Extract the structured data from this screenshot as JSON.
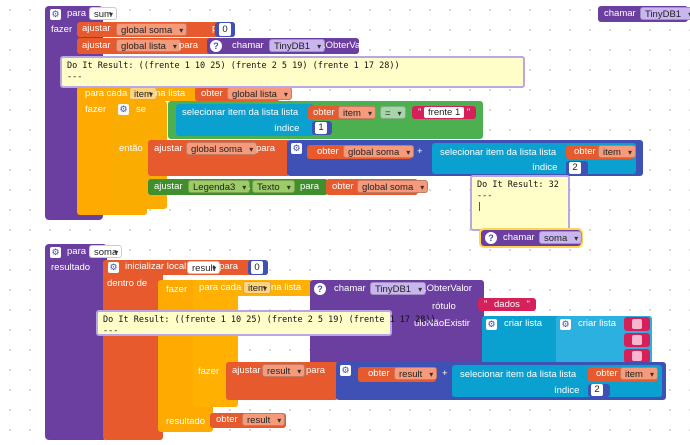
{
  "top_call": {
    "label": "chamar",
    "component": "TinyDB1"
  },
  "proc1": {
    "para_label": "para",
    "name": "sum",
    "fazer_label": "fazer",
    "set1": {
      "label": "ajustar",
      "var": "global soma",
      "para": "para",
      "value": "0"
    },
    "set2": {
      "label": "ajustar",
      "var": "global lista",
      "para": "para",
      "call": "chamar",
      "component": "TinyDB1",
      "method": ".ObterValor"
    },
    "bubble": "Do It Result: ((frente 1 10 25) (frente 2 5 19) (frente 1 17 28))\n---",
    "foreach": {
      "label": "para cada",
      "item": "item",
      "in_list": "na lista",
      "get": "obter",
      "list_var": "global lista",
      "do": "fazer"
    },
    "if": {
      "label": "se",
      "select": "selecionar item da lista  lista",
      "get": "obter",
      "item": "item",
      "op": "=",
      "str": "frente 1",
      "index": "índice",
      "index_val": "1",
      "then": "então"
    },
    "set3": {
      "label": "ajustar",
      "var": "global soma",
      "para": "para",
      "get": "obter",
      "var2": "global soma",
      "plus": "+",
      "select": "selecionar item da lista  lista",
      "get2": "obter",
      "item": "item",
      "index": "índice",
      "index_val": "2"
    },
    "set4": {
      "label": "ajustar",
      "component": "Legenda3",
      "prop": "Texto",
      "para": "para",
      "get": "obter",
      "var": "global soma"
    }
  },
  "bubble2": "Do It Result: 32\n---\n|",
  "call_soma": {
    "label": "chamar",
    "name": "soma"
  },
  "proc2": {
    "para_label": "para",
    "name": "soma",
    "result_label": "resultado",
    "init": {
      "label": "inicializar local",
      "var": "result",
      "para": "para",
      "value": "0"
    },
    "inside": "dentro de",
    "fazer": "fazer",
    "foreach": {
      "label": "para cada",
      "item": "item",
      "in_list": "na lista",
      "call": "chamar",
      "component": "TinyDB1",
      "method": ".ObterValor",
      "tag": "rótulo",
      "tag_val": "dados",
      "notfound": "uloNãoExistir",
      "create1": "criar lista",
      "create2": "criar lista",
      "do": "fazer"
    },
    "bubble": "Do It Result: ((frente 1 10 25) (frente 2 5 19) (frente 1 17 28))\n---",
    "set": {
      "label": "ajustar",
      "var": "result",
      "para": "para",
      "get": "obter",
      "var2": "result",
      "plus": "+",
      "select": "selecionar item da lista  lista",
      "get2": "obter",
      "item": "item",
      "index": "índice",
      "index_val": "2"
    },
    "result2": "resultado",
    "get_result": "obter",
    "result_var": "result"
  }
}
